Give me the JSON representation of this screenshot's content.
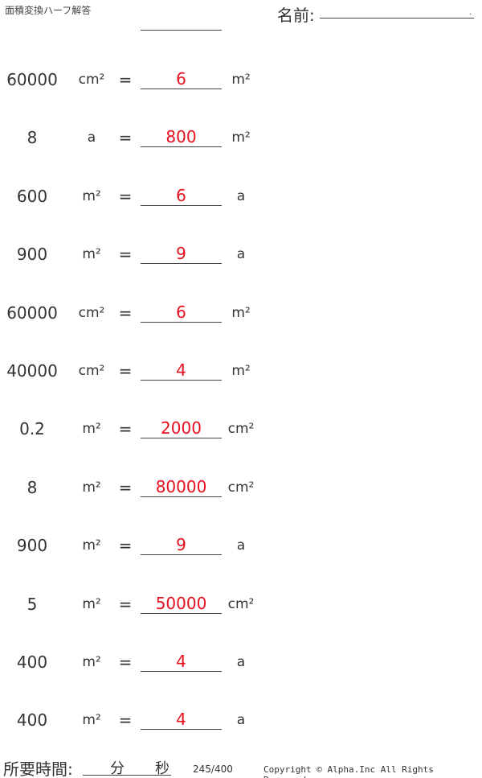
{
  "header": {
    "title": "面積変換ハーフ解答",
    "name_label": "名前:",
    "name_dot": "."
  },
  "rows": [
    {
      "value": "60000",
      "unit": "cm²",
      "eq": "=",
      "answer": "6",
      "answer_unit": "m²"
    },
    {
      "value": "8",
      "unit": "a",
      "eq": "=",
      "answer": "800",
      "answer_unit": "m²"
    },
    {
      "value": "600",
      "unit": "m²",
      "eq": "=",
      "answer": "6",
      "answer_unit": "a"
    },
    {
      "value": "900",
      "unit": "m²",
      "eq": "=",
      "answer": "9",
      "answer_unit": "a"
    },
    {
      "value": "60000",
      "unit": "cm²",
      "eq": "=",
      "answer": "6",
      "answer_unit": "m²"
    },
    {
      "value": "40000",
      "unit": "cm²",
      "eq": "=",
      "answer": "4",
      "answer_unit": "m²"
    },
    {
      "value": "0.2",
      "unit": "m²",
      "eq": "=",
      "answer": "2000",
      "answer_unit": "cm²"
    },
    {
      "value": "8",
      "unit": "m²",
      "eq": "=",
      "answer": "80000",
      "answer_unit": "cm²"
    },
    {
      "value": "900",
      "unit": "m²",
      "eq": "=",
      "answer": "9",
      "answer_unit": "a"
    },
    {
      "value": "5",
      "unit": "m²",
      "eq": "=",
      "answer": "50000",
      "answer_unit": "cm²"
    },
    {
      "value": "400",
      "unit": "m²",
      "eq": "=",
      "answer": "4",
      "answer_unit": "a"
    },
    {
      "value": "400",
      "unit": "m²",
      "eq": "=",
      "answer": "4",
      "answer_unit": "a"
    }
  ],
  "footer": {
    "time_label": "所要時間:",
    "minutes": "分",
    "seconds": "秒",
    "page": "245/400",
    "copyright": "Copyright © Alpha.Inc All Rights Reserved."
  },
  "colors": {
    "answer": "#e8101e"
  }
}
